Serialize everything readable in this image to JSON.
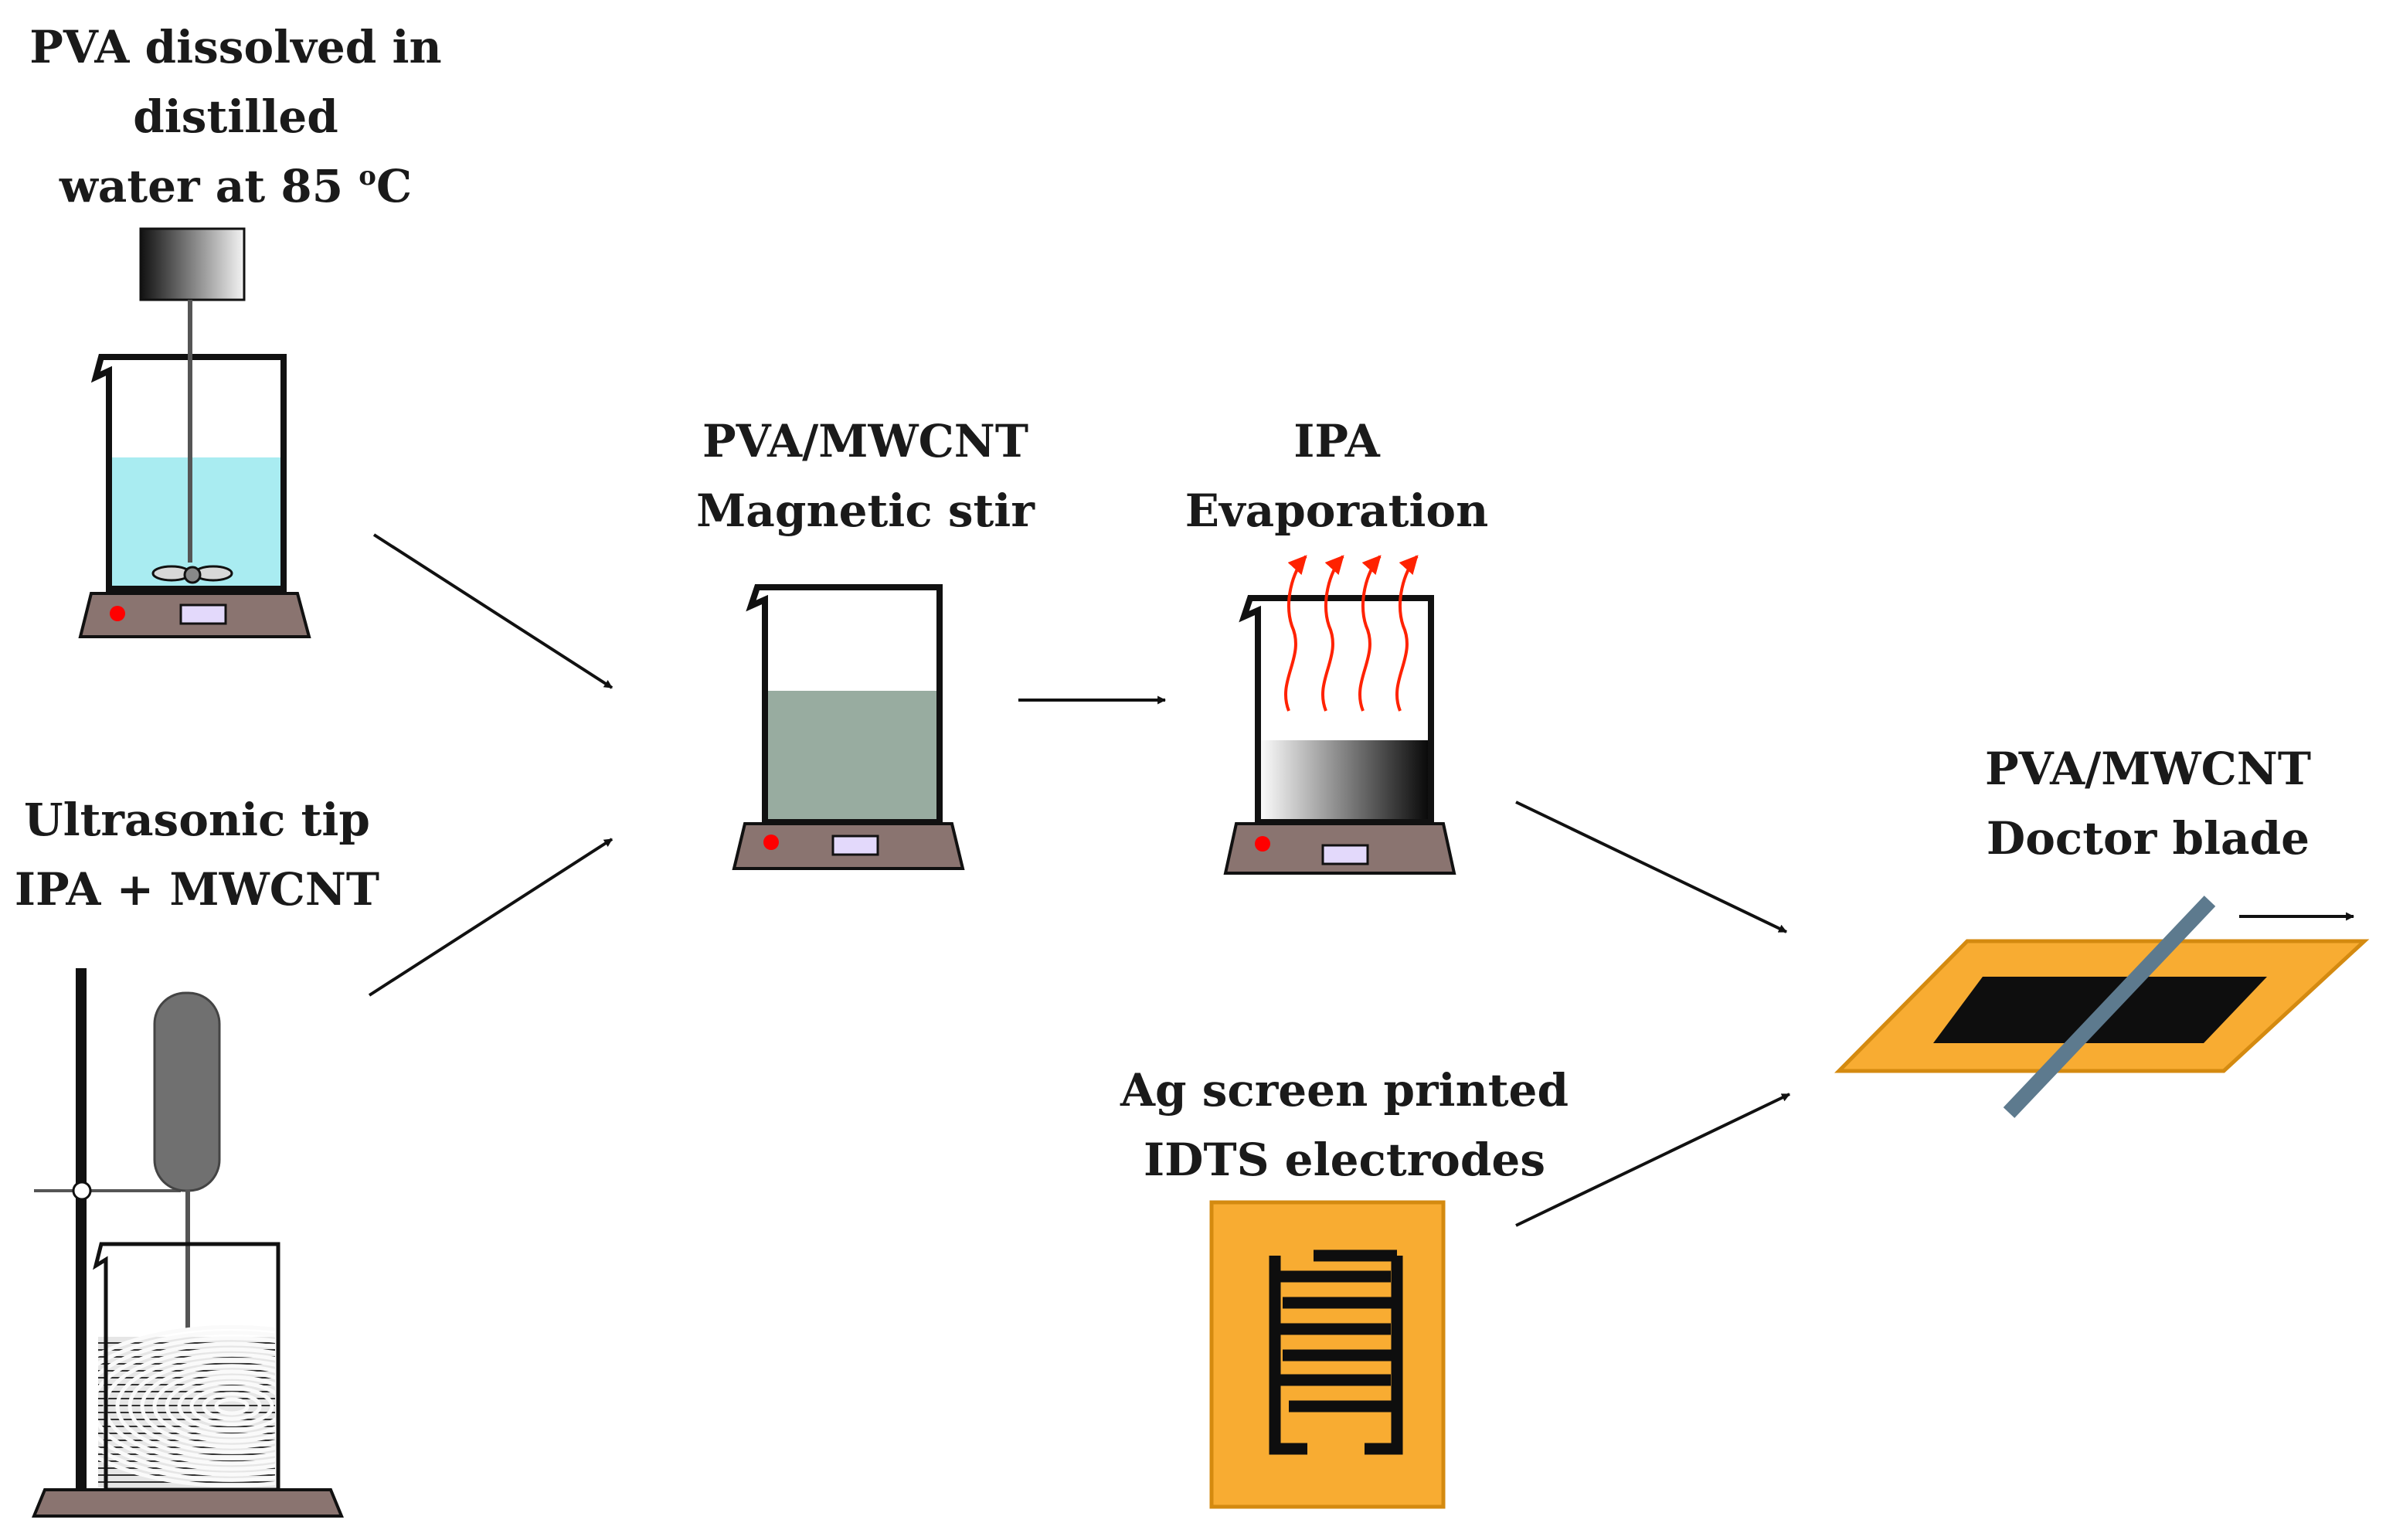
{
  "labels": {
    "pva": {
      "line1": "PVA dissolved in",
      "line2": "distilled",
      "line3_text": "water at 85 ",
      "line3_sup": "o",
      "line3_unit": "C"
    },
    "ultrasonic": {
      "line1": "Ultrasonic tip",
      "line2": "IPA + MWCNT"
    },
    "stir": {
      "line1": "PVA/MWCNT",
      "line2": "Magnetic stir"
    },
    "evap": {
      "line1": "IPA",
      "line2": "Evaporation"
    },
    "ag": {
      "line1": "Ag screen printed",
      "line2": "IDTS electrodes"
    },
    "doctor": {
      "line1": "PVA/MWCNT",
      "line2": "Doctor blade"
    }
  },
  "colors": {
    "water": "#a9ecf1",
    "mixture": "#98aca0",
    "heater_base": "#8a7470",
    "heater_light": "#e3d9fb",
    "indicator": "#ff0000",
    "steam": "#ff2200",
    "substrate": "#f8ac32",
    "substrate_edge": "#d48a10",
    "film": "#0e0e0e",
    "blade": "#5d7a8e"
  }
}
